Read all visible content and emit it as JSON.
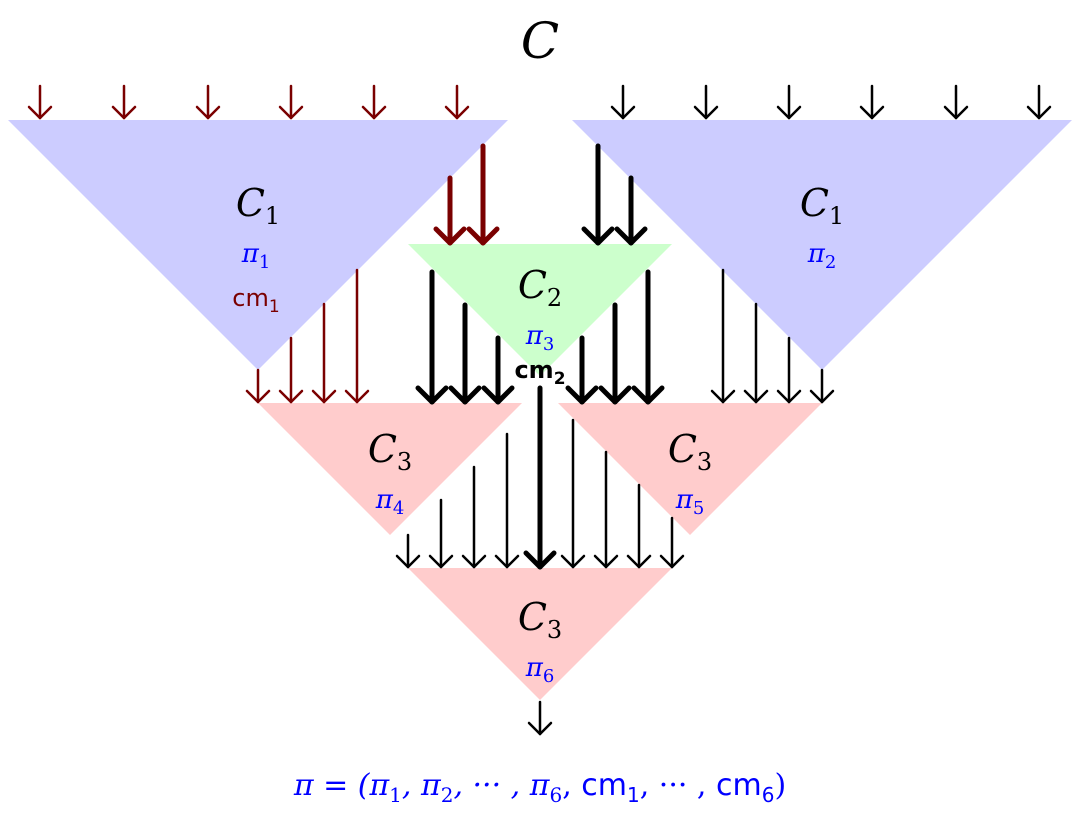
{
  "colors": {
    "c1_fill": "#ccccff",
    "c2_fill": "#ccffcc",
    "c3_fill": "#ffcccc",
    "dark_red": "#7a0000",
    "black": "#000000",
    "blue": "#0000ff"
  },
  "title": "C",
  "triangles": {
    "c1_left": {
      "name": "C",
      "sub": "1",
      "proof": "π",
      "proof_sub": "1",
      "commit": "cm",
      "commit_sub": "1"
    },
    "c1_right": {
      "name": "C",
      "sub": "1",
      "proof": "π",
      "proof_sub": "2"
    },
    "c2": {
      "name": "C",
      "sub": "2",
      "proof": "π",
      "proof_sub": "3",
      "commit": "cm",
      "commit_sub": "2"
    },
    "c3_left": {
      "name": "C",
      "sub": "3",
      "proof": "π",
      "proof_sub": "4"
    },
    "c3_right": {
      "name": "C",
      "sub": "3",
      "proof": "π",
      "proof_sub": "5"
    },
    "c3_bottom": {
      "name": "C",
      "sub": "3",
      "proof": "π",
      "proof_sub": "6"
    }
  },
  "formula": {
    "prefix": "π = (π",
    "s1": "1",
    "p2": ", π",
    "s2": "2",
    "p3": ", ··· , π",
    "s3": "6",
    "p4": ", ",
    "cm_a": "cm",
    "s4": "1",
    "p5": ", ··· , ",
    "cm_b": "cm",
    "s5": "6",
    "suffix": ")"
  }
}
